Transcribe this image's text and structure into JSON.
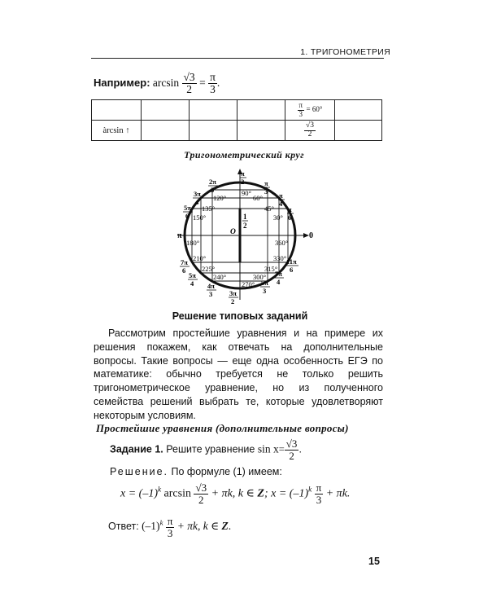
{
  "header": {
    "title": "1. ТРИГОНОМЕТРИЯ"
  },
  "example": {
    "label": "Например:",
    "func": "arcsin",
    "num": "√3",
    "den": "2",
    "eq": "=",
    "rnum": "π",
    "rden": "3",
    "end": "."
  },
  "table": {
    "row1_val_num": "π",
    "row1_val_den": "3",
    "row1_val_deg": "= 60°",
    "row2_label": "àrcsin ↑",
    "row2_val_num": "√3",
    "row2_val_den": "2"
  },
  "circle": {
    "caption": "Тригонометрический круг",
    "origin": "O",
    "zero": "0",
    "pi": "π",
    "half_num": "1",
    "half_den": "2",
    "labels": {
      "r90": [
        "π",
        "2"
      ],
      "r120": [
        "2π",
        "3"
      ],
      "r135": [
        "3π",
        "4"
      ],
      "r150": [
        "5π",
        "6"
      ],
      "r60": [
        "π",
        "3"
      ],
      "r45": [
        "π",
        "4"
      ],
      "r30": [
        "π",
        "6"
      ],
      "r210": [
        "7π",
        "6"
      ],
      "r225": [
        "5π",
        "4"
      ],
      "r240": [
        "4π",
        "3"
      ],
      "r270": [
        "3π",
        "2"
      ],
      "r300": [
        "5π",
        "3"
      ],
      "r315": [
        "7π",
        "4"
      ],
      "r330": [
        "11π",
        "6"
      ]
    },
    "degrees": {
      "d90": "90°",
      "d120": "120°",
      "d135": "135°",
      "d150": "150°",
      "d60": "60°",
      "d45": "45°",
      "d30": "30°",
      "d180": "180°",
      "d360": "360°",
      "d210": "210°",
      "d225": "225°",
      "d240": "240°",
      "d270": "270°",
      "d300": "300°",
      "d315": "315°",
      "d330": "330°"
    }
  },
  "solve_heading": "Решение типовых заданий",
  "paragraph": "Рассмотрим простейшие уравнения и на примере их решения покажем, как отвечать на дополнительные вопросы. Такие вопросы — еще одна особенность ЕГЭ по математике: обычно требуется не только решить тригонометрическое уравнение, но из полученного семейства решений выбрать те, которые удовлетворяют некоторым условиям.",
  "simple_heading": "Простейшие уравнения (дополнительные вопросы)",
  "task": {
    "label": "Задание 1.",
    "text": "Решите уравнение",
    "lhs": "sin x",
    "eq": "=",
    "num": "√3",
    "den": "2",
    "end": "."
  },
  "solution": {
    "label": "Решение.",
    "text": "По формуле (1) имеем:"
  },
  "formula": {
    "p1": "x = (–1)",
    "k": "k",
    "p2": " arcsin",
    "num": "√3",
    "den": "2",
    "p3": "+ πk,  k ∈ ",
    "Z": "Z",
    "p4": "; x = (–1)",
    "k2": "k",
    "num2": "π",
    "den2": "3",
    "p5": "+ πk."
  },
  "answer": {
    "label": "Ответ:",
    "p1": "(–1)",
    "k": "k",
    "num": "π",
    "den": "3",
    "p2": "+ πk,  k ∈ ",
    "Z": "Z",
    "end": "."
  },
  "page_number": "15"
}
